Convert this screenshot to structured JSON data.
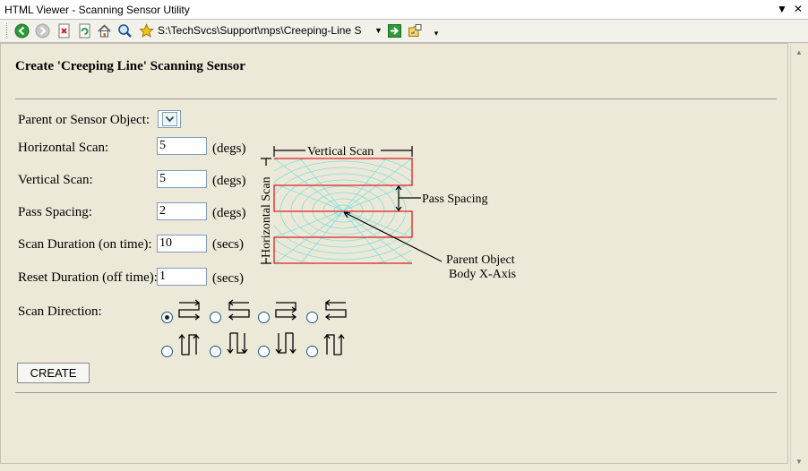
{
  "window": {
    "title": "HTML Viewer - Scanning Sensor Utility",
    "controls": [
      "▼",
      "✕"
    ]
  },
  "toolbar": {
    "address": "S:\\TechSvcs\\Support\\mps\\Creeping-Line S",
    "icons": [
      "back-icon",
      "forward-icon",
      "stop-icon",
      "refresh-icon",
      "home-icon",
      "search-icon",
      "favorites-icon",
      "go-icon",
      "open-folder-icon"
    ]
  },
  "page": {
    "heading": "Create 'Creeping Line' Scanning Sensor",
    "fields": {
      "parent_label": "Parent or Sensor Object:",
      "horizontal_label": "Horizontal Scan:",
      "horizontal_value": "5",
      "horizontal_unit": "(degs)",
      "vertical_label": "Vertical Scan:",
      "vertical_value": "5",
      "vertical_unit": "(degs)",
      "pass_label": "Pass Spacing:",
      "pass_value": "2",
      "pass_unit": "(degs)",
      "duration_label": "Scan Duration (on time):",
      "duration_value": "10",
      "duration_unit": "(secs)",
      "reset_label": "Reset Duration (off time):",
      "reset_value": "1",
      "reset_unit": "(secs)",
      "direction_label": "Scan Direction:",
      "selected_direction_index": 0
    },
    "diagram": {
      "vertical_scan": "Vertical Scan",
      "horizontal_scan": "Horizontal Scan",
      "pass_spacing": "Pass Spacing",
      "parent_object_line1": "Parent Object",
      "parent_object_line2": "Body X-Axis"
    },
    "create_button": "CREATE"
  },
  "colors": {
    "background": "#ece9d8",
    "scan_path": "#e02020",
    "scan_field": "#7fe0e0"
  }
}
